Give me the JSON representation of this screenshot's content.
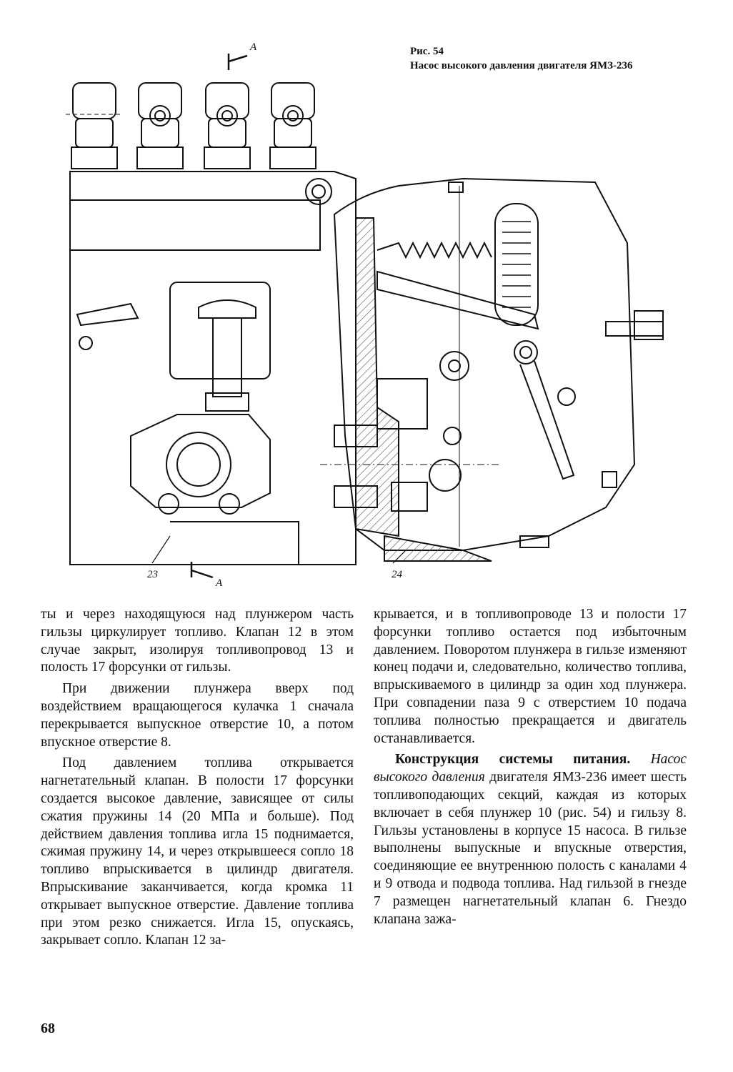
{
  "figure": {
    "caption_number": "Рис. 54",
    "caption_title": "Насос высокого давления двигателя ЯМЗ-236",
    "labels": {
      "section_top": "A",
      "section_bottom": "A",
      "label_23": "23",
      "label_24": "24"
    }
  },
  "left_column": {
    "p1": "ты и через находящуюся над плунжером часть гильзы циркулирует топливо. Клапан 12 в этом случае закрыт, изолируя топливопровод 13 и полость 17 форсунки от гильзы.",
    "p2": "При движении плунжера вверх под воздействием вращающегося кулачка 1 сначала перекрывается выпускное отверстие 10, а потом впускное отверстие 8.",
    "p3": "Под давлением топлива открывается нагнетательный клапан. В полости 17 форсунки создается высокое давление, зависящее от силы сжатия пружины 14 (20 МПа и больше). Под действием давления топлива игла 15 поднимается, сжимая пружину 14, и через открывшееся сопло 18 топливо впрыскивается в цилиндр двигателя. Впрыскивание заканчивается, когда кромка 11 открывает выпускное отверстие. Давление топлива при этом резко снижается. Игла 15, опускаясь, закрывает сопло. Клапан 12 за-"
  },
  "right_column": {
    "p1": "крывается, и в топливопроводе 13 и полости 17 форсунки топливо остается под избыточным давлением. Поворотом плунжера в гильзе изменяют конец подачи и, следовательно, количество топлива, впрыскиваемого в цилиндр за один ход плунжера. При совпадении паза 9 с отверстием 10 подача топлива полностью прекращается и двигатель останавливается.",
    "p2_heading": "Конструкция системы питания.",
    "p2_italic": "Насос высокого давления",
    "p2_rest": "двигателя ЯМЗ-236 имеет шесть топливоподающих секций, каждая из которых включает в себя плунжер 10 (рис. 54) и гильзу 8. Гильзы установлены в корпусе 15 насоса. В гильзе выполнены выпускные и впускные отверстия, соединяющие ее внутреннюю полость с каналами 4 и 9 отвода и подвода топлива. Над гильзой в гнезде 7 размещен нагнетательный клапан 6. Гнездо клапана зажа-"
  },
  "page_number": "68"
}
